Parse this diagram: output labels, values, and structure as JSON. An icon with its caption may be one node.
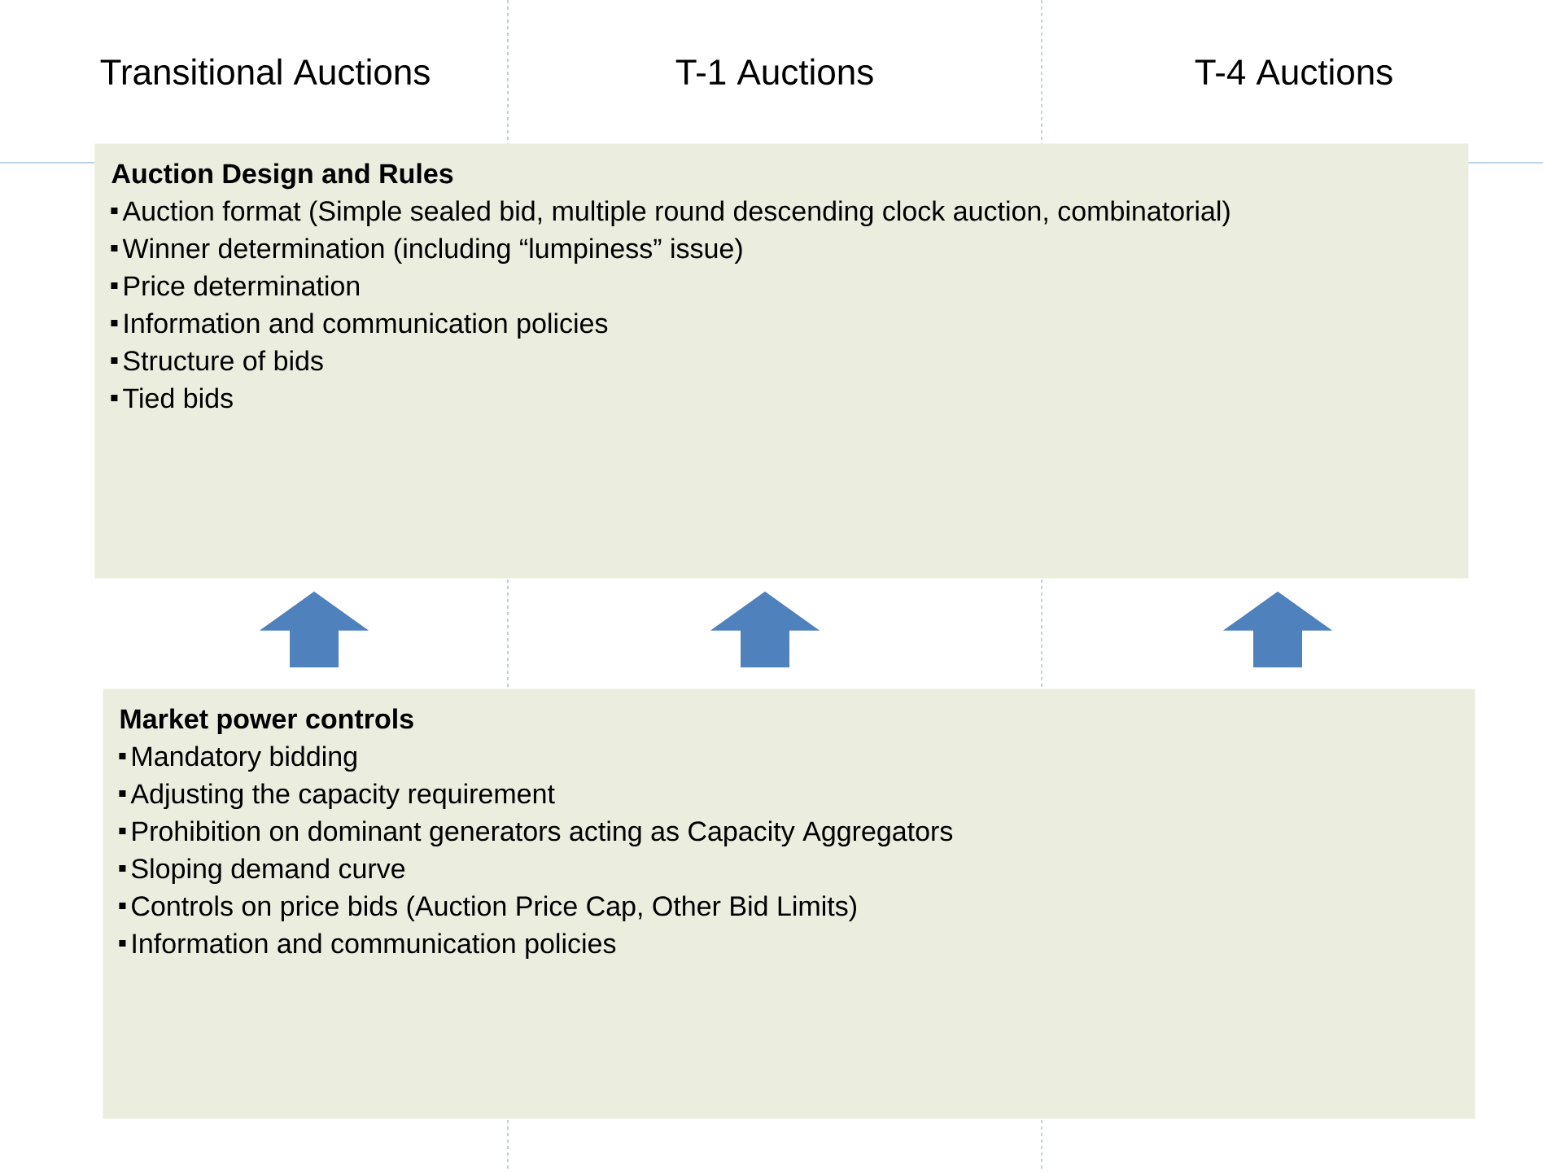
{
  "diagram": {
    "nodes": [
      {
        "text": [
          "Auction Design and Rules",
          "Auction format (Simple sealed bid, multiple round descending clock auction, combinatorial)",
          "Winner determination (including “lumpiness” issue)",
          "Price determination",
          "Information and communication policies",
          "Structure of bids",
          "Tied bids"
        ]
      },
      {
        "text": [
          "Market power controls",
          "Mandatory bidding",
          "Adjusting the capacity requirement",
          "Prohibition on dominant generators acting as Capacity Aggregators",
          "Sloping demand curve",
          "Controls on price bids (Auction Price Cap, Other Bid Limits)",
          "Information and communication policies"
        ]
      }
    ],
    "edges": [
      {
        "from": 1,
        "to": 0,
        "arrow": "to"
      },
      {
        "from": 1,
        "to": 0,
        "arrow": "to"
      },
      {
        "from": 1,
        "to": 0,
        "arrow": "to"
      }
    ],
    "labels": [
      "Transitional Auctions",
      "T-1 Auctions",
      "T-4 Auctions"
    ]
  }
}
